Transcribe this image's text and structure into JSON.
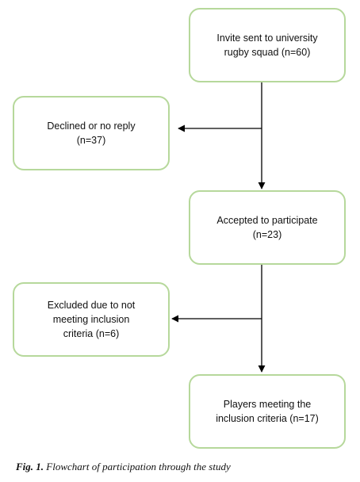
{
  "nodes": {
    "invite": {
      "lines": [
        "Invite sent to university",
        "rugby squad (n=60)"
      ]
    },
    "declined": {
      "lines": [
        "Declined or no reply",
        "(n=37)"
      ]
    },
    "accepted": {
      "lines": [
        "Accepted to participate",
        "(n=23)"
      ]
    },
    "excluded": {
      "lines": [
        "Excluded due to not",
        "meeting inclusion",
        "criteria (n=6)"
      ]
    },
    "players": {
      "lines": [
        "Players meeting the",
        "inclusion criteria (n=17)"
      ]
    }
  },
  "caption": {
    "label": "Fig. 1.",
    "text": "Flowchart of participation through the study"
  },
  "colors": {
    "box_border": "#b6d89b",
    "arrow": "#000000"
  }
}
